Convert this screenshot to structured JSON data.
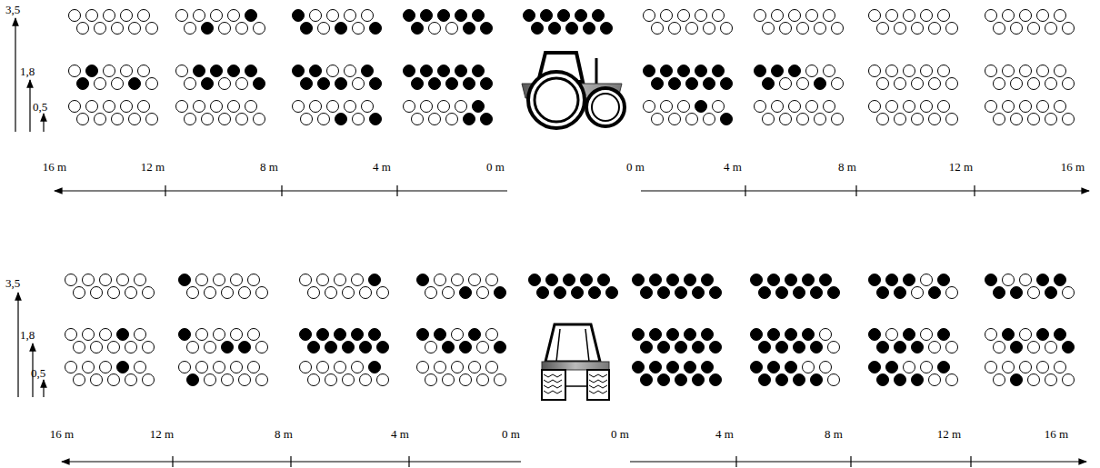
{
  "diagram": {
    "labels": [
      "3,5",
      "1,8",
      "0,5",
      "16 m",
      "12 m",
      "8 m",
      "4 m",
      "0 m",
      "0 m",
      "4 m",
      "8 m",
      "12 m",
      "16 m",
      "3,5",
      "1,8",
      "0,5",
      "16 m",
      "12 m",
      "8 m",
      "4 m",
      "0 m",
      "0 m",
      "4 m",
      "8 m",
      "12 m",
      "16 m"
    ]
  }
}
